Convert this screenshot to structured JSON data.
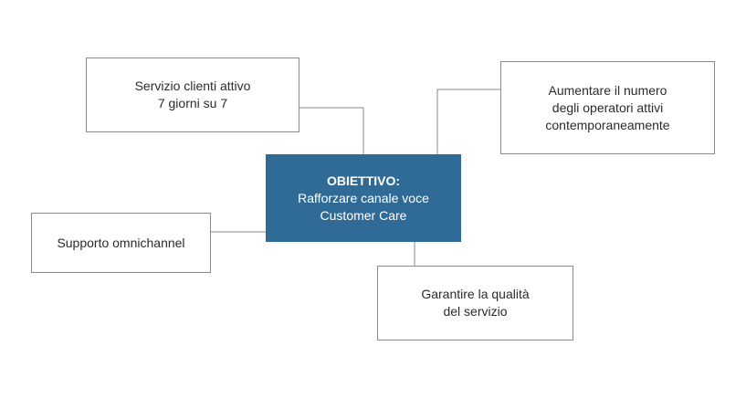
{
  "colors": {
    "center_fill": "#2f6b96",
    "center_text": "#ffffff",
    "box_border": "#8a8a8a",
    "connector": "#8a8a8a",
    "text": "#2b2b2b"
  },
  "center": {
    "title": "OBIETTIVO:",
    "body": "Rafforzare canale voce\nCustomer Care"
  },
  "nodes": {
    "servizio": "Servizio clienti attivo\n7 giorni su 7",
    "aumentare": "Aumentare il numero\ndegli operatori attivi\ncontemporaneamente",
    "supporto": "Supporto omnichannel",
    "garantire": "Garantire la qualità\ndel servizio"
  }
}
